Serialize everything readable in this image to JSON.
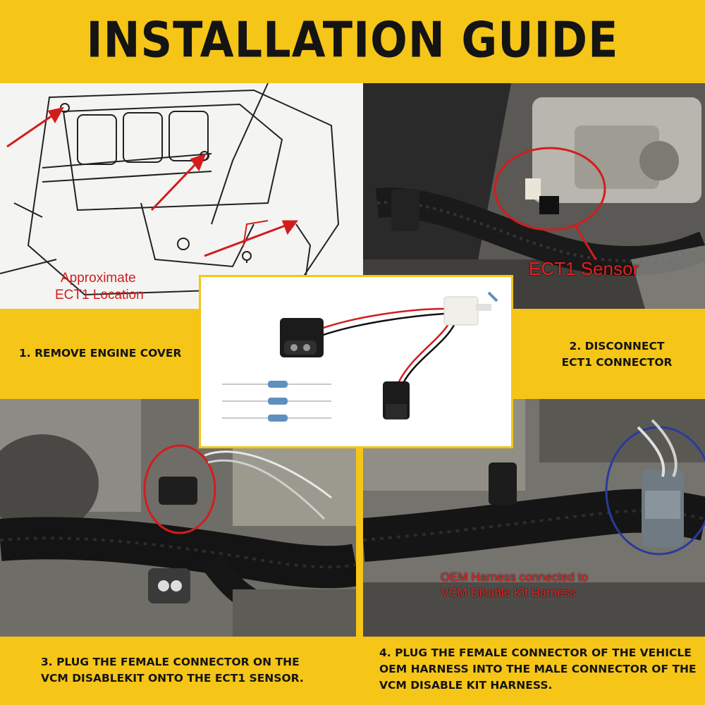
{
  "title": "INSTALLATION GUIDE",
  "panels": {
    "diagram": {
      "caption_line1": "Approximate",
      "caption_line2": "ECT1 Location"
    },
    "sensor_photo": {
      "label": "ECT1 Sensor"
    },
    "harness_photo": {
      "label_line1": "OEM Harness connected to",
      "label_line2": "VCM Disable Kit Harness"
    }
  },
  "steps": {
    "step1": "1. REMOVE ENGINE COVER",
    "step2_line1": "2. DISCONNECT",
    "step2_line2": "ECT1 CONNECTOR",
    "step3_line1": "3. PLUG THE FEMALE CONNECTOR ON THE",
    "step3_line2": "VCM DISABLEKIT ONTO THE ECT1 SENSOR.",
    "step4_line1": "4. PLUG THE FEMALE CONNECTOR OF THE VEHICLE",
    "step4_line2": "OEM HARNESS INTO THE MALE CONNECTOR OF THE",
    "step4_line3": "VCM DISABLE KIT HARNESS."
  },
  "colors": {
    "background": "#f5c518",
    "annotation_red": "#d21d1d",
    "annotation_blue": "#2a3a9c"
  }
}
